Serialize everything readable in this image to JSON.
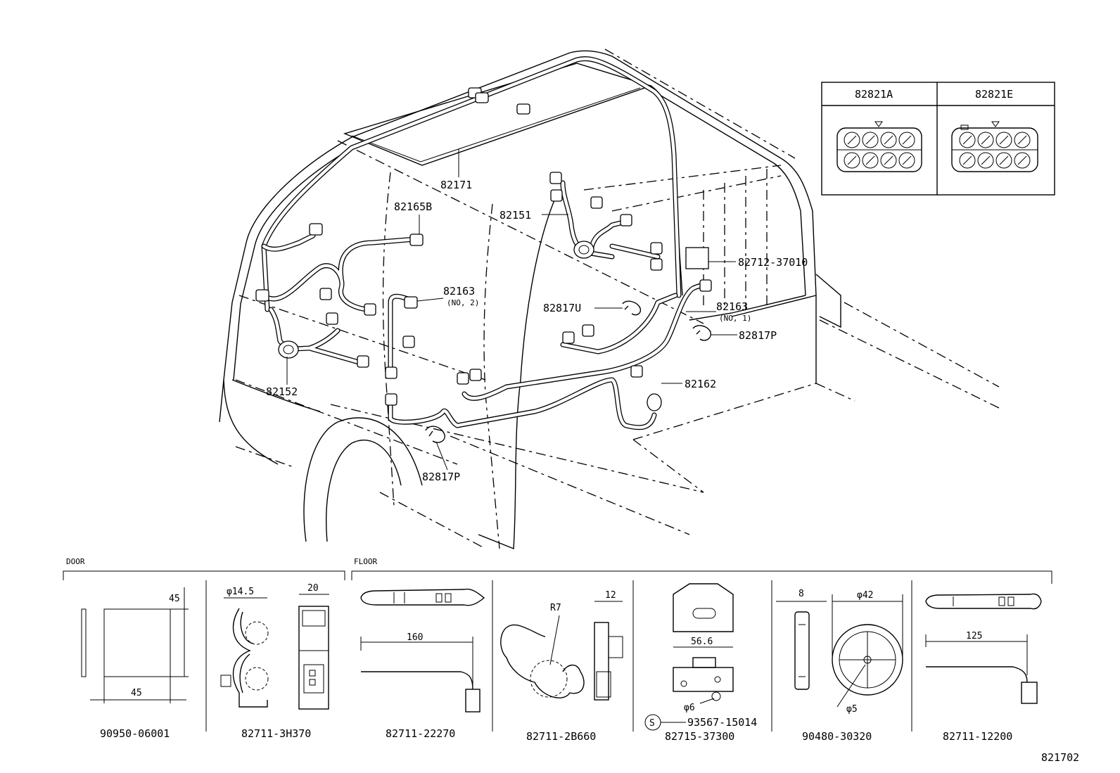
{
  "labels": {
    "p82171": "82171",
    "p82165B": "82165B",
    "p82151": "82151",
    "p82163_no2": "82163",
    "p82163_no2_note": "(NO, 2)",
    "p82817U": "82817U",
    "p82712": "82712-37010",
    "p82163_no1": "82163",
    "p82163_no1_note": "(NO, 1)",
    "p82817P_right": "82817P",
    "p82162": "82162",
    "p82152": "82152",
    "p82817P_bottom": "82817P"
  },
  "connector_table": {
    "col1": "82821A",
    "col2": "82821E"
  },
  "sections": {
    "door": "DOOR",
    "floor": "FLOOR"
  },
  "parts": {
    "p1": {
      "number": "90950-06001",
      "dim_w": "45",
      "dim_h": "45"
    },
    "p2": {
      "number": "82711-3H370",
      "dim_dia": "φ14.5",
      "dim_w": "20"
    },
    "p3": {
      "number": "82711-22270",
      "dim_len": "160"
    },
    "p4": {
      "number": "82711-2B660",
      "dim_r": "R7",
      "dim_w": "12"
    },
    "p5": {
      "number": "82715-37300",
      "dim_w": "56.6",
      "dim_hole": "φ6",
      "screw_mark": "S",
      "screw_number": "93567-15014"
    },
    "p6": {
      "number": "90480-30320",
      "dim_w": "8",
      "dim_dia": "φ42",
      "dim_hole": "φ5"
    },
    "p7": {
      "number": "82711-12200",
      "dim_len": "125"
    }
  },
  "figure_id": "821702"
}
